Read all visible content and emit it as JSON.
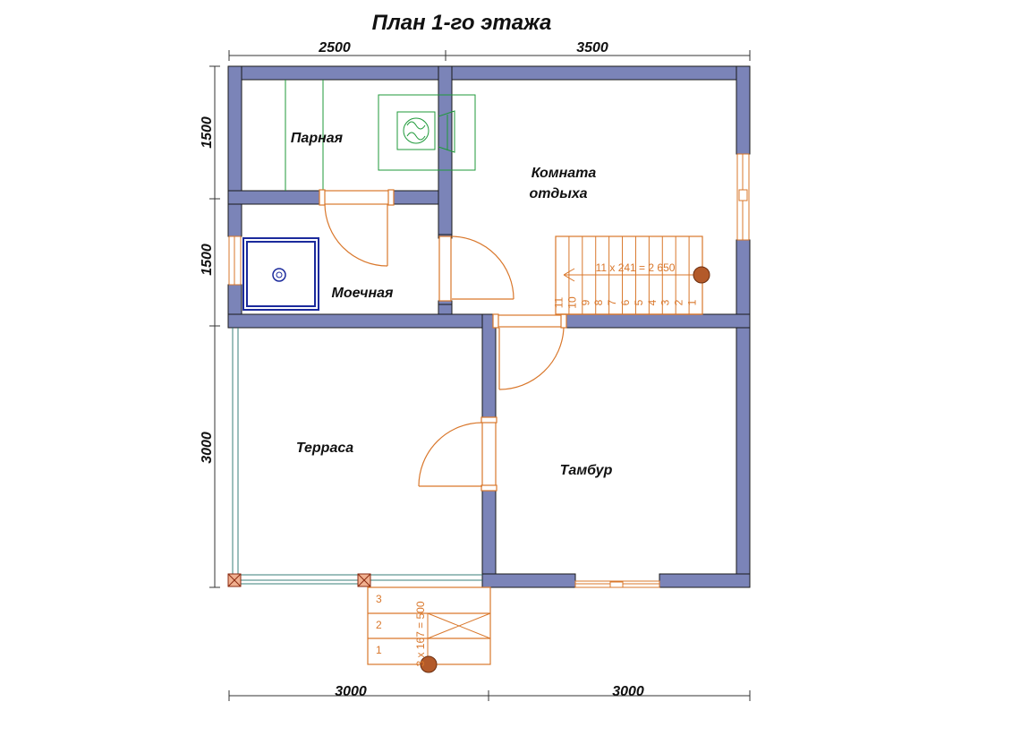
{
  "title": "План 1-го этажа",
  "dimensions": {
    "top_left": "2500",
    "top_right": "3500",
    "left_upper": "1500",
    "left_middle": "1500",
    "left_lower": "3000",
    "bottom_left": "3000",
    "bottom_right": "3000"
  },
  "rooms": {
    "steam_room": "Парная",
    "rest_room_line1": "Комната",
    "rest_room_line2": "отдыха",
    "wash_room": "Моечная",
    "terrace": "Терраса",
    "vestibule": "Тамбур"
  },
  "stairs": {
    "inner_label": "11 x 241 = 2 650",
    "inner_steps": [
      "11",
      "10",
      "9",
      "8",
      "7",
      "6",
      "5",
      "4",
      "3",
      "2",
      "1"
    ],
    "porch_label": "3 x 167 = 500",
    "porch_steps": [
      "3",
      "2",
      "1"
    ]
  },
  "colors": {
    "wall": "#7b84b8",
    "door": "#d9772b",
    "stove": "#1f9a3a",
    "shower": "#1b2a9c"
  }
}
